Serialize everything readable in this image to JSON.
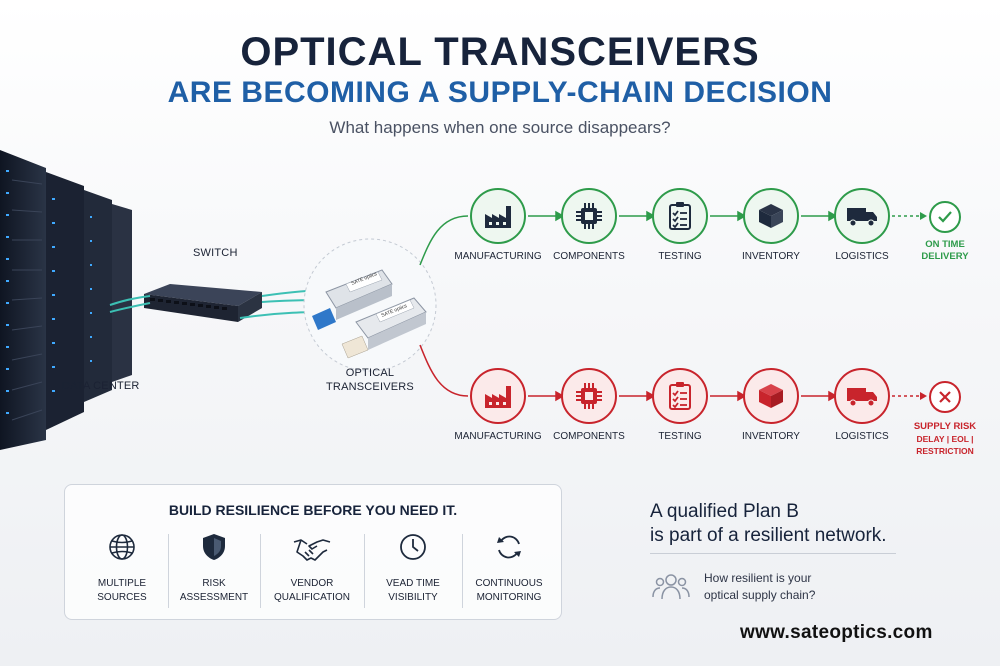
{
  "header": {
    "title_line1": "OPTICAL TRANSCEIVERS",
    "title_line2": "ARE BECOMING A SUPPLY-CHAIN DECISION",
    "subtitle": "What happens when one source disappears?"
  },
  "diagram": {
    "data_center_label": "DATA CENTER",
    "switch_label": "SWITCH",
    "transceivers_label_line1": "OPTICAL",
    "transceivers_label_line2": "TRANSCEIVERS",
    "module_label_1": "SATE optics",
    "module_label_2": "SATE optics"
  },
  "flow_good": {
    "steps": [
      {
        "label": "MANUFACTURING",
        "icon": "factory-icon"
      },
      {
        "label": "COMPONENTS",
        "icon": "chip-icon"
      },
      {
        "label": "TESTING",
        "icon": "checklist-icon"
      },
      {
        "label": "INVENTORY",
        "icon": "box-icon"
      },
      {
        "label": "LOGISTICS",
        "icon": "truck-icon"
      }
    ],
    "outcome_line1": "ON TIME",
    "outcome_line2": "DELIVERY",
    "color": "#2e9b4a"
  },
  "flow_risk": {
    "steps": [
      {
        "label": "MANUFACTURING",
        "icon": "factory-icon"
      },
      {
        "label": "COMPONENTS",
        "icon": "chip-icon"
      },
      {
        "label": "TESTING",
        "icon": "checklist-icon"
      },
      {
        "label": "INVENTORY",
        "icon": "box-icon"
      },
      {
        "label": "LOGISTICS",
        "icon": "truck-icon"
      }
    ],
    "outcome_line1": "SUPPLY RISK",
    "outcome_line2": "DELAY | EOL | RESTRICTION",
    "color": "#c8242c"
  },
  "resilience": {
    "title": "BUILD RESILIENCE BEFORE YOU NEED IT.",
    "features": [
      {
        "line1": "MULTIPLE",
        "line2": "SOURCES",
        "icon": "globe-icon"
      },
      {
        "line1": "RISK",
        "line2": "ASSESSMENT",
        "icon": "shield-icon"
      },
      {
        "line1": "VENDOR",
        "line2": "QUALIFICATION",
        "icon": "handshake-icon"
      },
      {
        "line1": "VEAD TIME",
        "line2": "VISIBILITY",
        "icon": "clock-icon"
      },
      {
        "line1": "CONTINUOUS",
        "line2": "MONITORING",
        "icon": "refresh-icon"
      }
    ]
  },
  "plan_b": {
    "line1": "A qualified Plan B",
    "line2": "is part of a resilient network.",
    "question_line1": "How resilient is your",
    "question_line2": "optical supply chain?"
  },
  "footer": {
    "url": "www.sateoptics.com"
  },
  "colors": {
    "navy": "#17233b",
    "blue": "#1f5fa6",
    "green": "#2e9b4a",
    "red": "#c8242c"
  }
}
